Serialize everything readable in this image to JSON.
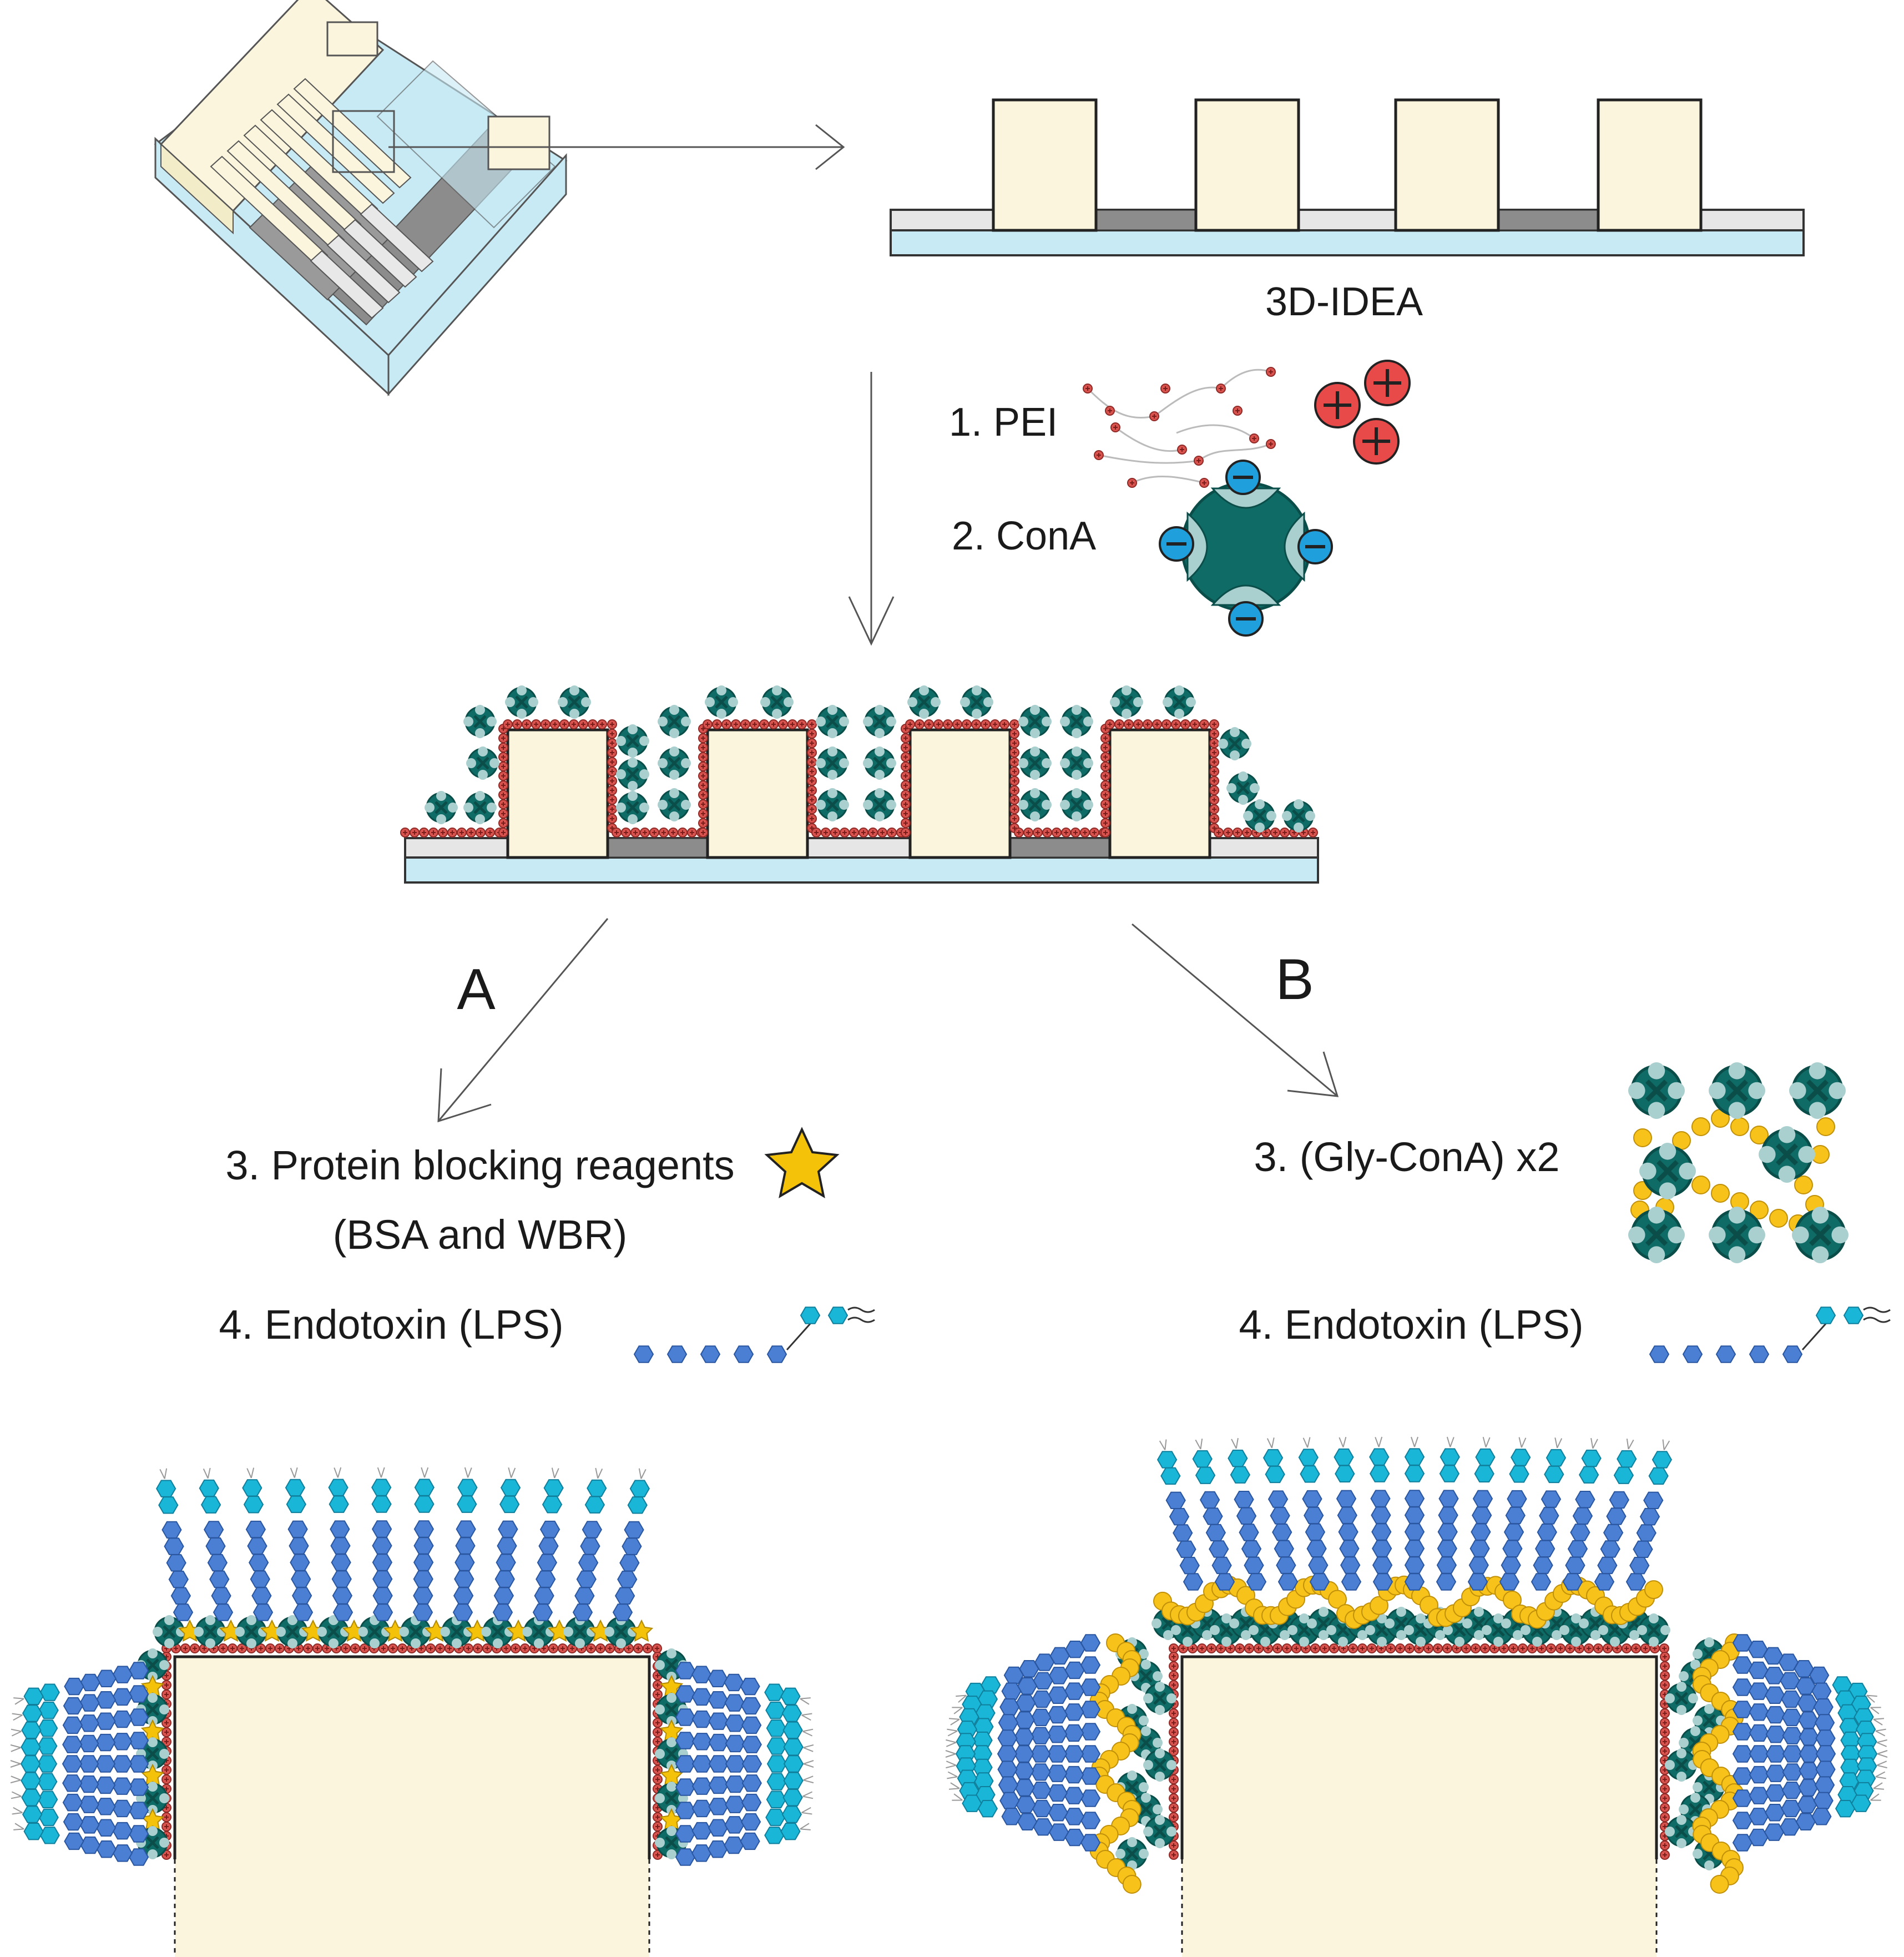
{
  "labels": {
    "idea": "3D-IDEA",
    "step_pei": "1. PEI",
    "step_cona": "2. ConA",
    "branch_a": "A",
    "branch_b": "B",
    "a_step3_line1": "3. Protein blocking reagents",
    "a_step3_line2": "(BSA and WBR)",
    "a_step4": "4. Endotoxin (LPS)",
    "b_step3": "3. (Gly-ConA) x2",
    "b_step4": "4. Endotoxin (LPS)"
  },
  "colors": {
    "electrode_fill": "#faf5dc",
    "substrate_blue": "#c8eaf5",
    "gold_light": "#e6e6e6",
    "gold_dark": "#8c8c8c",
    "pei_red": "#d9534f",
    "cona_teal": "#0f6b66",
    "cona_pocket": "#a9cfcf",
    "charge_blue": "#1fa0dc",
    "lps_blue": "#4a7fd4",
    "lps_cyan": "#19b6d8",
    "glycogen_yellow": "#f7c31a",
    "blocking_star": "#f5c20a"
  },
  "icons": {
    "positive_charge": "plus-circle-icon",
    "negative_charge": "minus-circle-icon",
    "blocking_reagent": "star-icon",
    "endotoxin": "hexagon-chain-icon",
    "glycogen_cona": "bead-network-icon"
  }
}
